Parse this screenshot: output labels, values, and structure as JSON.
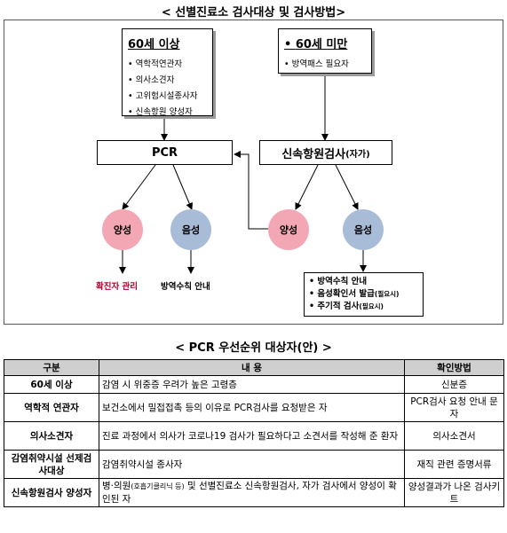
{
  "title_top": "< 선별진료소 검사대상 및 검사방법>",
  "box_over60": {
    "heading": "60세 이상",
    "items": [
      "역학적연관자",
      "의사소견자",
      "고위험시설종사자",
      "신속항원 양성자"
    ]
  },
  "box_under60": {
    "heading": "60세 미만",
    "items": [
      "방역패스 필요자"
    ]
  },
  "node_pcr": "PCR",
  "node_rapid": {
    "main": "신속항원검사",
    "suffix": "(자가)"
  },
  "circles": {
    "pcr_positive": "양성",
    "pcr_negative": "음성",
    "rapid_positive": "양성",
    "rapid_negative": "음성"
  },
  "labels": {
    "confirmed": "확진자 관리",
    "quarantine": "방역수칙 안내"
  },
  "rapid_negative_box": [
    {
      "text": "방역수칙 안내",
      "note": ""
    },
    {
      "text": "음성확인서 발급",
      "note": "(필요시)"
    },
    {
      "text": "주기적 검사",
      "note": "(필요시)"
    }
  ],
  "title_bottom": "< PCR 우선순위 대상자(안) >",
  "table": {
    "headers": [
      "구분",
      "내 용",
      "확인방법"
    ],
    "rows": [
      {
        "category": "60세 이상",
        "content": "감염 시 위중증 우려가 높은 고령층",
        "content_note": "",
        "content_tail": "",
        "method": "신분증"
      },
      {
        "category": "역학적 연관자",
        "content": "보건소에서 밀접접촉 등의 이유로 PCR검사를 요청받은 자",
        "content_note": "",
        "content_tail": "",
        "method": "PCR검사 요청 안내 문자"
      },
      {
        "category": "의사소견자",
        "content": "진료 과정에서 의사가 코로나19 검사가 필요하다고 소견서를 작성해 준 환자",
        "content_note": "",
        "content_tail": "",
        "method": "의사소견서"
      },
      {
        "category": "감염취약시설 선제검사대상",
        "content": "감염취약시설 종사자",
        "content_note": "",
        "content_tail": "",
        "method": "재직 관련 증명서류"
      },
      {
        "category": "신속항원검사 양성자",
        "content": "병·의원",
        "content_note": "(호흡기클리닉 등)",
        "content_tail": " 및 선별진료소 신속항원검사, 자가 검사에서 양성이 확인된 자",
        "method": "양성결과가 나온 검사키트"
      }
    ]
  },
  "colors": {
    "positive": "#f3a6b3",
    "negative": "#a8bcd8",
    "confirmed_text": "#b3002d",
    "table_header_bg": "#cfcfcf"
  }
}
